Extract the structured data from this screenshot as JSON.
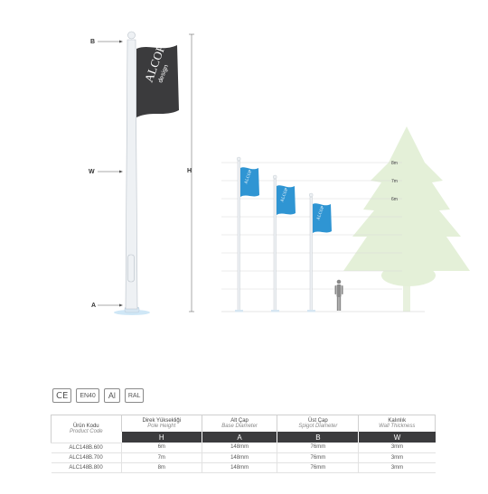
{
  "brand": {
    "logo_primary": "ALCOP",
    "logo_secondary": "design"
  },
  "dimensions": {
    "top": "B",
    "middle": "W",
    "bottom": "A",
    "height": "H"
  },
  "height_markers": [
    "8m",
    "7m",
    "6m"
  ],
  "certifications": [
    "CE",
    "EN40",
    "Al",
    "RAL"
  ],
  "table": {
    "columns": [
      {
        "tr": "Ürün Kodu",
        "en": "Product Code",
        "letter": ""
      },
      {
        "tr": "Direk Yüksekliği",
        "en": "Pole Height",
        "letter": "H"
      },
      {
        "tr": "Alt Çap",
        "en": "Base Diameter",
        "letter": "A"
      },
      {
        "tr": "Üst Çap",
        "en": "Spigot Diameter",
        "letter": "B"
      },
      {
        "tr": "Kalınlık",
        "en": "Wall Thickness",
        "letter": "W"
      }
    ],
    "rows": [
      [
        "ALC148B.600",
        "6m",
        "148mm",
        "76mm",
        "3mm"
      ],
      [
        "ALC148B.700",
        "7m",
        "148mm",
        "76mm",
        "3mm"
      ],
      [
        "ALC148B.800",
        "8m",
        "148mm",
        "76mm",
        "3mm"
      ]
    ]
  },
  "colors": {
    "flag_dark": "#3b3b3d",
    "flag_blue": "#2f95d3",
    "pole": "#e8ecf0",
    "tree": "#e4f0d8",
    "header_dark": "#3b3b3d"
  }
}
